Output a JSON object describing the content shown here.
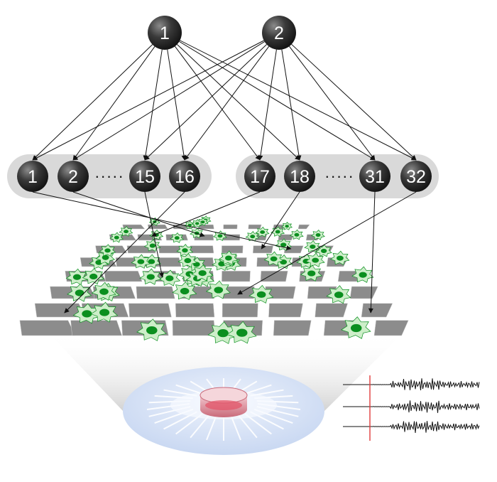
{
  "diagram": {
    "top_nodes": [
      {
        "label": "1",
        "targets": [
          "1",
          "2",
          "15",
          "16",
          "17",
          "18",
          "31",
          "32"
        ]
      },
      {
        "label": "2",
        "targets": [
          "1",
          "2",
          "15",
          "16",
          "17",
          "18",
          "31",
          "32"
        ]
      }
    ],
    "groups": [
      {
        "nodes": [
          "1",
          "2",
          "15",
          "16"
        ],
        "ellipsis": "·····"
      },
      {
        "nodes": [
          "17",
          "18",
          "31",
          "32"
        ],
        "ellipsis": "·····"
      }
    ],
    "colors": {
      "node_fill": "#2b2b2b",
      "group_band": "#d9d9d9",
      "electrode": "#8c8c8c",
      "cell_fill": "#0b8f1f",
      "cell_halo": "#cdeec9",
      "dish_disc": "#dce6f7",
      "dish_ring": "#e8a2ad",
      "trace": "#111111",
      "stimulus_marker": "#e23b3b",
      "arrow": "#111111"
    },
    "recording": {
      "trace_count": 3
    }
  }
}
